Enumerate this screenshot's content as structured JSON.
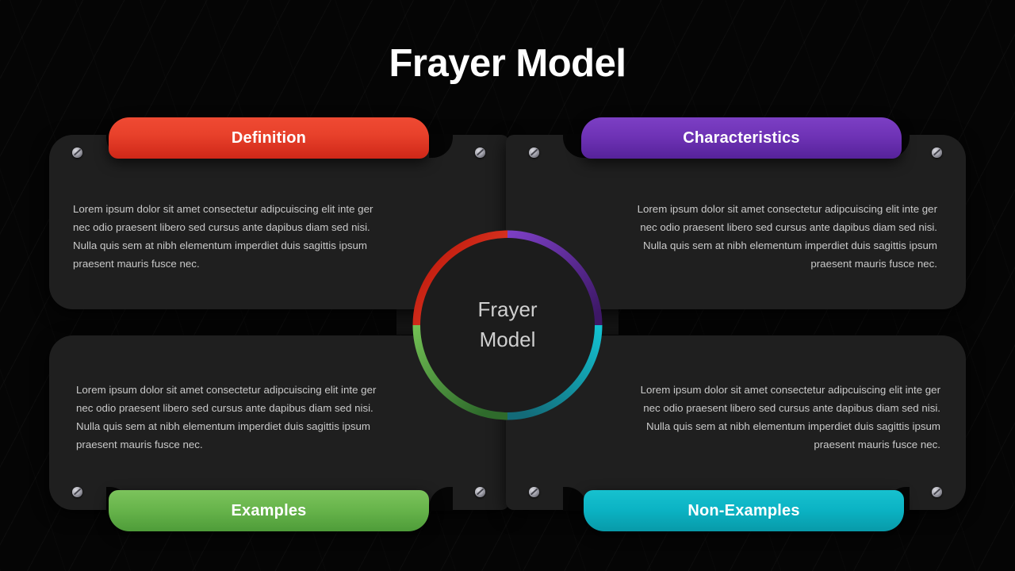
{
  "page": {
    "title": "Frayer Model",
    "background_color": "#050505",
    "panel_color": "#1f1f1f"
  },
  "center": {
    "label_line1": "Frayer",
    "label_line2": "Model",
    "arcs": [
      {
        "name": "definition-arc",
        "position": "top-left",
        "color": "#d52a18"
      },
      {
        "name": "characteristics-arc",
        "position": "top-right",
        "color": "#5b2d91"
      },
      {
        "name": "examples-arc",
        "position": "bottom-left",
        "color": "#4e9c39"
      },
      {
        "name": "nonexamples-arc",
        "position": "bottom-right",
        "color": "#0ba9bb"
      }
    ]
  },
  "body_text": "Lorem ipsum dolor sit amet consectetur adipcuiscing elit inte ger nec odio praesent libero sed cursus ante dapibus diam sed nisi. Nulla quis sem at nibh elementum imperdiet duis sagittis ipsum praesent mauris fusce nec.",
  "quadrants": [
    {
      "key": "definition",
      "label": "Definition",
      "accent": "#e8412b",
      "position": "top-left",
      "text_align": "left",
      "body": "Lorem ipsum dolor sit amet consectetur adipcuiscing elit inte ger nec odio praesent libero sed cursus ante dapibus diam sed nisi. Nulla quis sem at nibh elementum imperdiet duis sagittis ipsum praesent mauris fusce nec."
    },
    {
      "key": "characteristics",
      "label": "Characteristics",
      "accent": "#6f33b6",
      "position": "top-right",
      "text_align": "right",
      "body": "Lorem ipsum dolor sit amet consectetur adipcuiscing elit inte ger nec odio praesent libero sed cursus ante dapibus diam sed nisi. Nulla quis sem at nibh elementum imperdiet duis sagittis ipsum praesent mauris fusce nec."
    },
    {
      "key": "examples",
      "label": "Examples",
      "accent": "#67b44b",
      "position": "bottom-left",
      "text_align": "left",
      "body": "Lorem ipsum dolor sit amet consectetur adipcuiscing elit inte ger nec odio praesent libero sed cursus ante dapibus diam sed nisi. Nulla quis sem at nibh elementum imperdiet duis sagittis ipsum praesent mauris fusce nec."
    },
    {
      "key": "nonexamples",
      "label": "Non-Examples",
      "accent": "#0bb3c4",
      "position": "bottom-right",
      "text_align": "right",
      "body": "Lorem ipsum dolor sit amet consectetur adipcuiscing elit inte ger nec odio praesent libero sed cursus ante dapibus diam sed nisi. Nulla quis sem at nibh elementum imperdiet duis sagittis ipsum praesent mauris fusce nec."
    }
  ],
  "decorations": {
    "screw_icon": "screw-icon",
    "screw_count": 8
  }
}
